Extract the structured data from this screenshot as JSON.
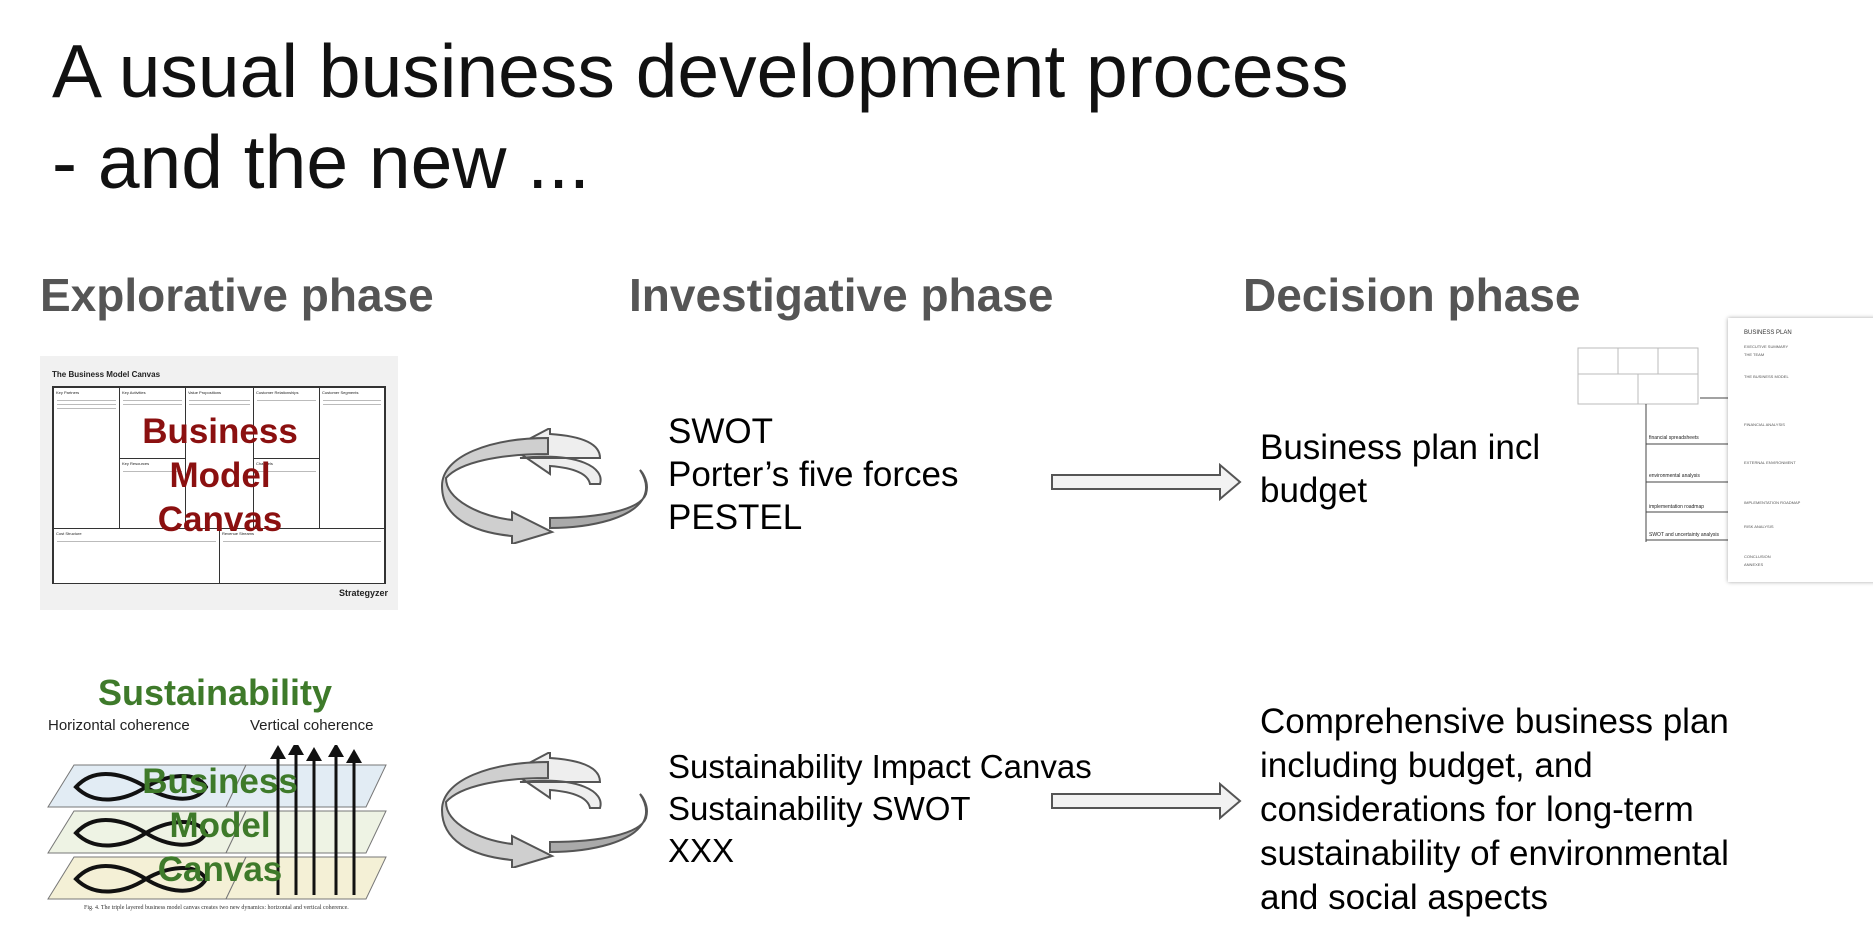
{
  "title": {
    "line1": "A usual business development process",
    "line2": "- and the new ..."
  },
  "phases": {
    "explorative": "Explorative phase",
    "investigative": "Investigative phase",
    "decision": "Decision phase"
  },
  "row1": {
    "canvas_overlay": [
      "Business",
      "Model",
      "Canvas"
    ],
    "canvas_thumb_title": "The Business Model Canvas",
    "canvas_thumb_cells": [
      "Key Partners",
      "Key Activities",
      "Value Propositions",
      "Customer Relationships",
      "Customer Segments",
      "Key Resources",
      "Channels",
      "Cost Structure",
      "Revenue Streams"
    ],
    "canvas_thumb_brand": "Strategyzer",
    "tools": [
      "SWOT",
      "Porter’s five forces",
      "PESTEL"
    ],
    "decision_text": [
      "Business plan incl",
      "budget"
    ]
  },
  "row2": {
    "title": "Sustainability",
    "horizontal_label": "Horizontal coherence",
    "vertical_label": "Vertical coherence",
    "canvas_overlay": [
      "Business",
      "Model",
      "Canvas"
    ],
    "figure_caption": "Fig. 4.  The triple layered business model canvas creates two new dynamics: horizontal and vertical coherence.",
    "tools": [
      "Sustainability Impact Canvas",
      "Sustainability SWOT",
      "XXX"
    ],
    "decision_text": [
      "Comprehensive business plan",
      "including budget, and",
      "considerations for long-term",
      "sustainability of environmental",
      "and social aspects"
    ]
  },
  "business_plan_thumb": {
    "title": "BUSINESS PLAN",
    "side_labels": [
      "financial spreadsheets",
      "environmental analysis",
      "implementation roadmap",
      "SWOT and uncertainty analysis"
    ],
    "sections": [
      "EXECUTIVE SUMMARY",
      "THE TEAM",
      "THE BUSINESS MODEL",
      "FINANCIAL ANALYSIS",
      "EXTERNAL ENVIRONMENT",
      "IMPLEMENTATION ROADMAP",
      "RISK ANALYSIS",
      "CONCLUSION",
      "ANNEXES"
    ]
  },
  "colors": {
    "red_overlay": "#8b1010",
    "green_overlay": "#3e7a2a",
    "phase_gray": "#555555"
  }
}
